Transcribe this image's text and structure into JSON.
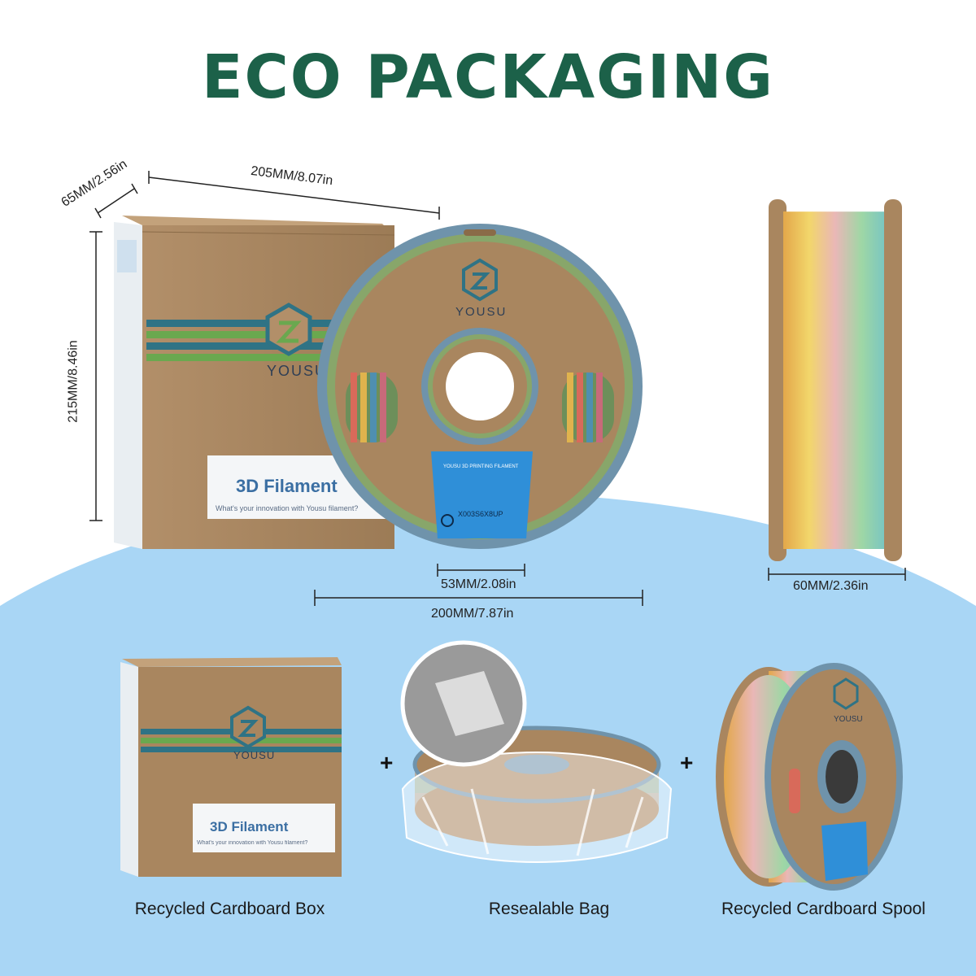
{
  "title": "ECO PACKAGING",
  "brand": "YOUSU",
  "colors": {
    "title": "#1c6149",
    "kraft": "#a9865f",
    "kraft_dark": "#8a6b48",
    "spool_rim": "#6f93ab",
    "stripe_teal": "#2f7385",
    "stripe_green": "#6aa84f",
    "label_blue": "#2f8fd8",
    "sky_blue": "#a9d6f5"
  },
  "box": {
    "label_title": "3D Filament",
    "label_subtitle": "What's your innovation with Yousu filament?"
  },
  "dimensions": {
    "box_depth": "65MM/2.56in",
    "box_width": "205MM/8.07in",
    "box_height": "215MM/8.46in",
    "spool_hub": "53MM/2.08in",
    "spool_diameter": "200MM/7.87in",
    "spool_width": "60MM/2.36in"
  },
  "spool_label": {
    "heading": "YOUSU 3D PRINTING FILAMENT",
    "barcode": "X003S6X8UP"
  },
  "plus_sign": "+",
  "captions": {
    "box": "Recycled Cardboard Box",
    "bag": "Resealable Bag",
    "spool": "Recycled Cardboard Spool"
  },
  "icons": [
    "yousu-logo-icon",
    "recycle-icon",
    "plus-icon"
  ]
}
